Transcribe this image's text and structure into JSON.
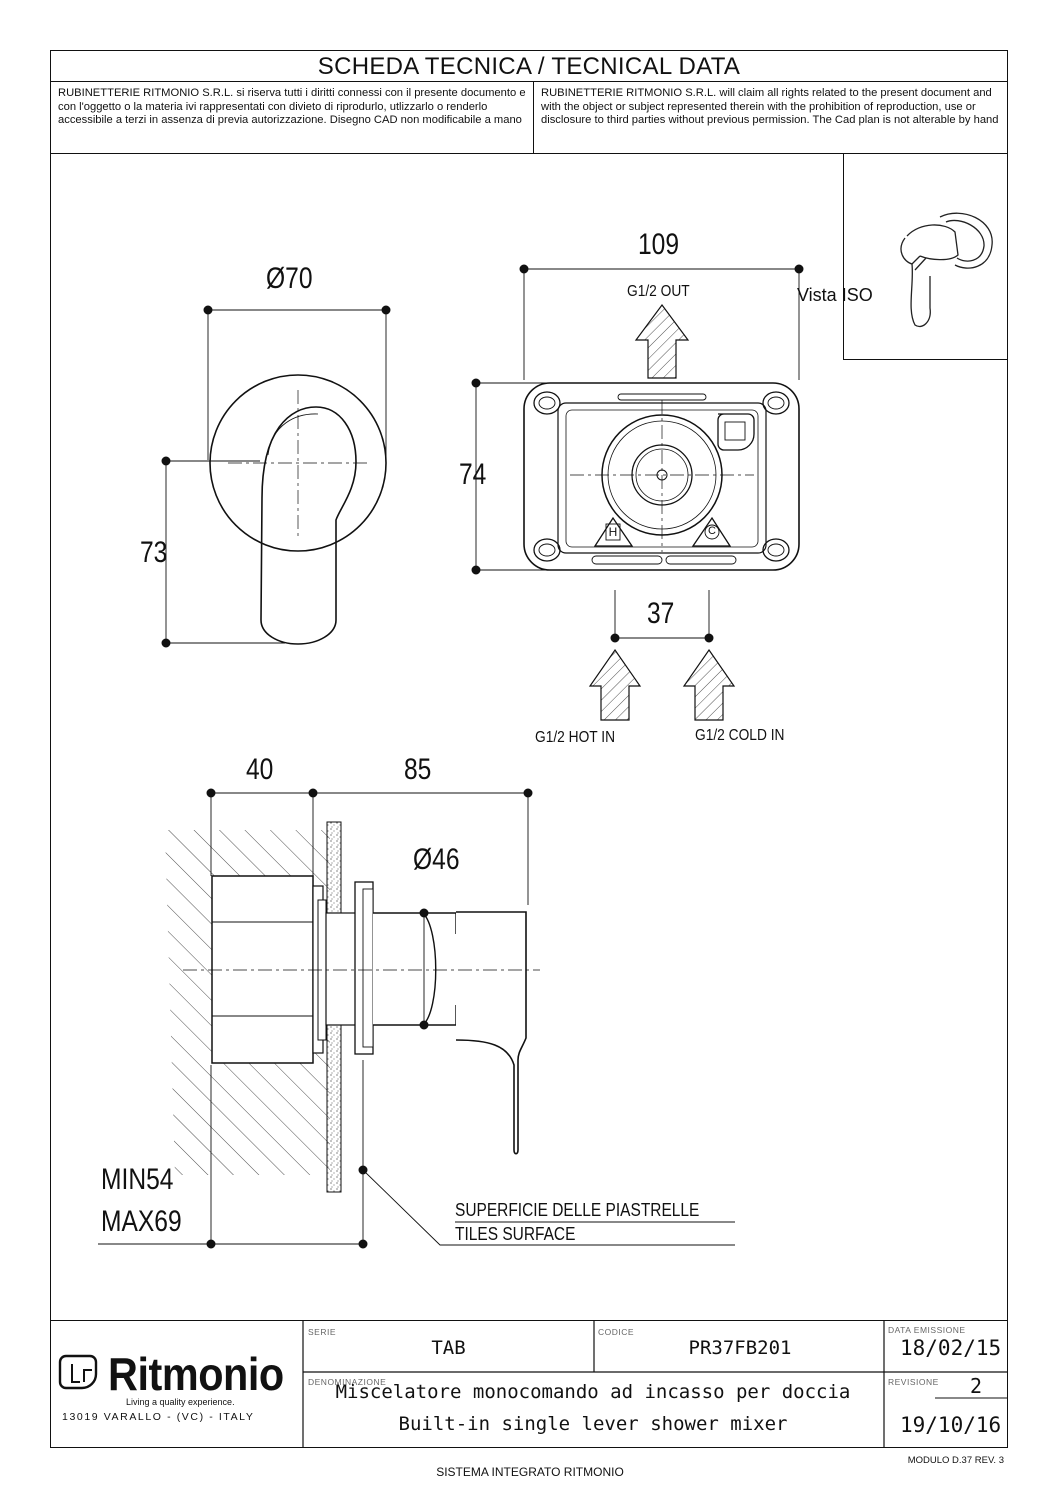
{
  "header": {
    "title": "SCHEDA TECNICA / TECNICAL DATA",
    "notice_it": "RUBINETTERIE RITMONIO S.R.L. si riserva tutti i diritti connessi con il presente documento e con l'oggetto o la materia ivi rappresentati con divieto di riprodurlo, utlizzarlo o renderlo accessibile a terzi in assenza di previa autorizzazione. Disegno CAD non modificabile a mano",
    "notice_en": "RUBINETTERIE RITMONIO S.R.L. will claim all rights related to the present document and with the object or subject represented therein with the prohibition  of reproduction, use or disclosure to third parties without previous permission.  The Cad plan is not alterable by hand"
  },
  "iso_view": {
    "label": "Vista ISO"
  },
  "front_view": {
    "diameter": "Ø70",
    "height": "73"
  },
  "rear_view": {
    "width": "109",
    "height": "74",
    "spacing": "37",
    "outlet": "G1/2 OUT",
    "hot_inlet": "G1/2 HOT IN",
    "cold_inlet": "G1/2 COLD IN",
    "hot_mark": "H",
    "cold_mark": "C"
  },
  "side_view": {
    "depth_body": "40",
    "depth_total": "85",
    "diameter": "Ø46",
    "min_depth": "MIN54",
    "max_depth": "MAX69",
    "tiles_it": "SUPERFICIE DELLE PIASTRELLE",
    "tiles_en": "TILES SURFACE"
  },
  "title_block": {
    "brand": "Ritmonio",
    "tagline": "Living a quality experience.",
    "address": "13019 VARALLO - (VC) - ITALY",
    "serie_label": "SERIE",
    "serie": "TAB",
    "codice_label": "CODICE",
    "codice": "PR37FB201",
    "data_label": "DATA  EMISSIONE",
    "data": "18/02/15",
    "denominazione_label": "DENOMINAZIONE",
    "description_it": "Miscelatore monocomando ad incasso per doccia",
    "description_en": "Built-in single lever shower mixer",
    "revisione_label": "REVISIONE",
    "revisione": "2",
    "revision_date": "19/10/16"
  },
  "footer": {
    "system": "SISTEMA INTEGRATO RITMONIO",
    "module": "MODULO D.37 REV. 3"
  }
}
